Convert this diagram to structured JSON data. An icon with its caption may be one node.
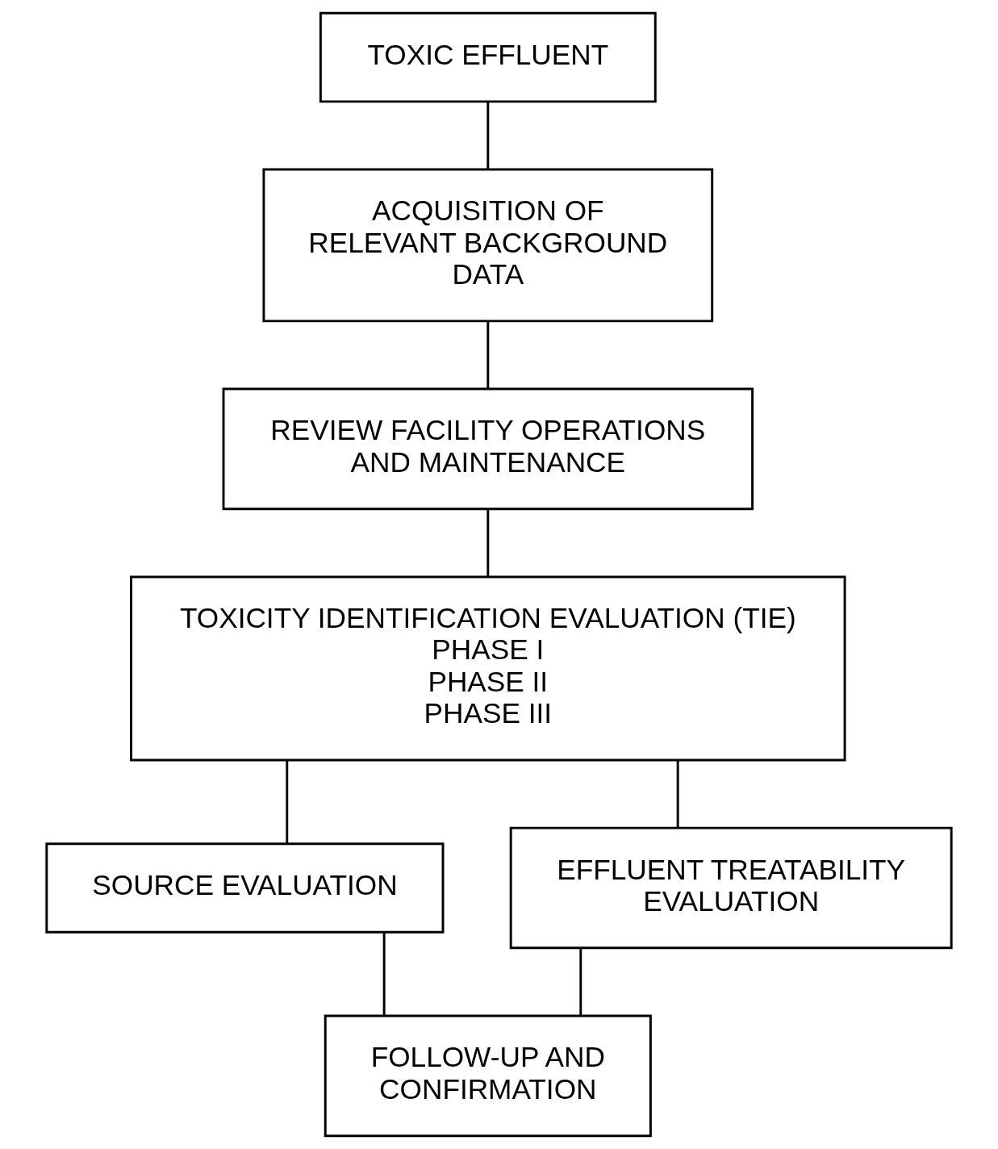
{
  "diagram": {
    "nodes": [
      {
        "text": [
          "TOXIC EFFLUENT"
        ]
      },
      {
        "text": [
          "ACQUISITION OF RELEVANT BACKGROUND DATA"
        ]
      },
      {
        "text": [
          "REVIEW FACILITY OPERATIONS AND MAINTENANCE"
        ]
      },
      {
        "text": [
          "TOXICITY IDENTIFICATION EVALUATION (TIE)",
          "PHASE I",
          "PHASE II",
          "PHASE III"
        ]
      },
      {
        "text": [
          "SOURCE EVALUATION"
        ]
      },
      {
        "text": [
          "EFFLUENT TREATABILITY EVALUATION"
        ]
      },
      {
        "text": [
          "FOLLOW-UP AND CONFIRMATION"
        ]
      }
    ],
    "edges": [
      {
        "from": 0,
        "to": 1,
        "arrow": "none"
      },
      {
        "from": 1,
        "to": 2,
        "arrow": "none"
      },
      {
        "from": 2,
        "to": 3,
        "arrow": "none"
      },
      {
        "from": 3,
        "to": 4,
        "arrow": "none"
      },
      {
        "from": 3,
        "to": 5,
        "arrow": "none"
      },
      {
        "from": 4,
        "to": 6,
        "arrow": "none"
      },
      {
        "from": 5,
        "to": 6,
        "arrow": "none"
      }
    ]
  }
}
